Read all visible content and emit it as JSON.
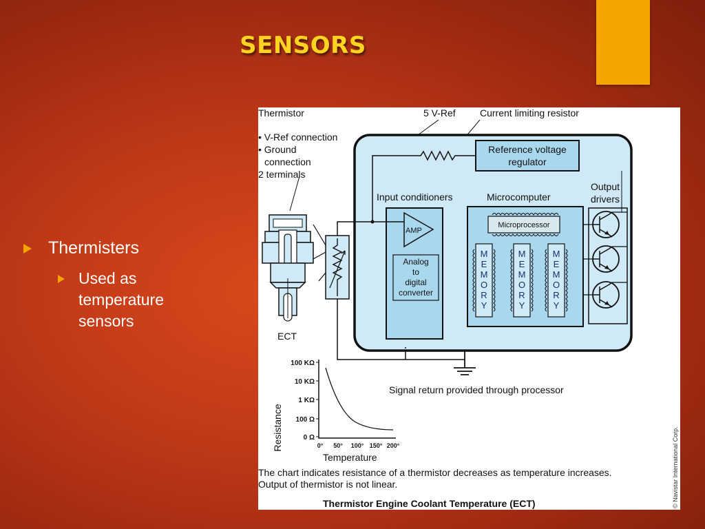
{
  "slide": {
    "title": "SENSORS",
    "bullets": [
      {
        "text": "Thermisters",
        "sub": [
          "Used as temperature sensors"
        ]
      }
    ]
  },
  "figure": {
    "thermistor_heading": "Thermistor",
    "thermistor_notes": [
      "• V-Ref connection",
      "• Ground",
      "connection",
      "2 terminals"
    ],
    "vref_label": "5 V-Ref",
    "current_resistor_label": "Current limiting resistor",
    "regulator_label": [
      "Reference voltage",
      "regulator"
    ],
    "input_conditioners_label": "Input conditioners",
    "microcomputer_label": "Microcomputer",
    "output_drivers_label": [
      "Output",
      "drivers"
    ],
    "amp_label": "AMP",
    "adc_label": [
      "Analog",
      "to",
      "digital",
      "converter"
    ],
    "microprocessor_label": "Microprocessor",
    "memory_letters": [
      "M",
      "E",
      "M",
      "O",
      "R",
      "Y"
    ],
    "ect_label": "ECT",
    "signal_return_label": "Signal return provided through processor",
    "graph": {
      "ylabel": "Resistance",
      "y_ticks": [
        "100 KΩ",
        "10 KΩ",
        "1 KΩ",
        "100 Ω",
        "0 Ω"
      ],
      "x_ticks": [
        "0°",
        "50°",
        "100°",
        "150°",
        "200°"
      ],
      "xlabel": "Temperature"
    },
    "caption_lines": [
      "The chart indicates resistance of a thermistor decreases as temperature increases.",
      "Output of thermistor is not linear."
    ],
    "caption_title": "Thermistor Engine Coolant Temperature (ECT)",
    "copyright": "© Navistar International Corp."
  },
  "colors": {
    "accent": "#f5a400",
    "title": "#ffd320",
    "ecu_fill": "#cfe9f6",
    "component_fill": "#a9d7ee"
  }
}
